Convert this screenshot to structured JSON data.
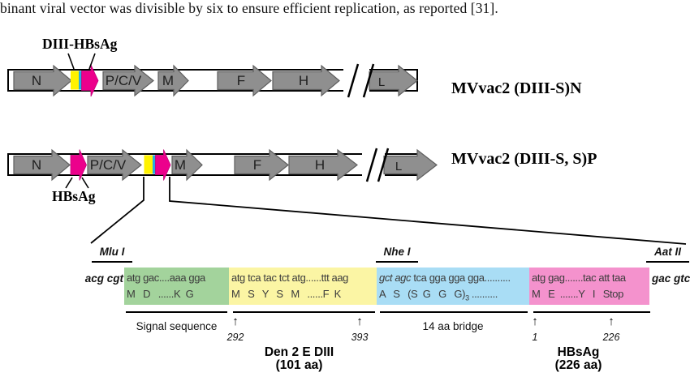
{
  "caption": "binant viral vector was divisible by six to ensure efficient replication, as reported [31].",
  "colors": {
    "gene_gray": "#8f8f8f",
    "gene_outline": "#5e5e5e",
    "insert_magenta": "#ec008c",
    "insert_yellow": "#fff200",
    "insert_cyan": "#29abe2",
    "signal_green_box": "#a3d39c",
    "diii_yellow_box": "#fbf5a4",
    "bridge_blue_box": "#a9ddf5",
    "hbsag_pink_box": "#f492cd"
  },
  "c1": {
    "insert_label": "DIII-HBsAg",
    "title": "MVvac2 (DIII-S)N",
    "genes": {
      "n": "N",
      "pcv": "P/C/V",
      "m": "M",
      "f": "F",
      "h": "H",
      "l": "L"
    }
  },
  "c2": {
    "insert_label": "HBsAg",
    "title": "MVvac2 (DIII-S, S)P",
    "genes": {
      "n": "N",
      "pcv": "P/C/V",
      "m": "M",
      "f": "F",
      "h": "H",
      "l": "L"
    }
  },
  "seq": {
    "site_mlu": "Mlu I",
    "site_nhe": "Nhe I",
    "site_aat": "Aat II",
    "flank_left": "acg cgt",
    "flank_right": "gac gtc",
    "signal_nt": "atg gac....aaa gga",
    "signal_aa": "M   D   ......K  G",
    "signal_label": "Signal sequence",
    "diii_nt": "atg tca tac tct atg......ttt aag",
    "diii_aa": "M   S   Y   S   M   ......F  K",
    "diii_start": "292",
    "diii_end": "393",
    "diii_name": "Den 2 E DIII",
    "diii_size": "(101 aa)",
    "bridge_nt_site": "gct agc",
    "bridge_nt": " tca gga gga gga..........",
    "bridge_aa": "A   S   (S  G   G   G)",
    "bridge_aa_sub": "3",
    "bridge_aa_tail": " ..........",
    "bridge_label": "14 aa bridge",
    "hbsag_nt": "atg gag.......tac att taa",
    "hbsag_aa": "M   E  .......Y   I   Stop",
    "hbsag_start": "1",
    "hbsag_end": "226",
    "hbsag_name": "HBsAg",
    "hbsag_size": "(226 aa)",
    "up_arrow": "↑"
  }
}
